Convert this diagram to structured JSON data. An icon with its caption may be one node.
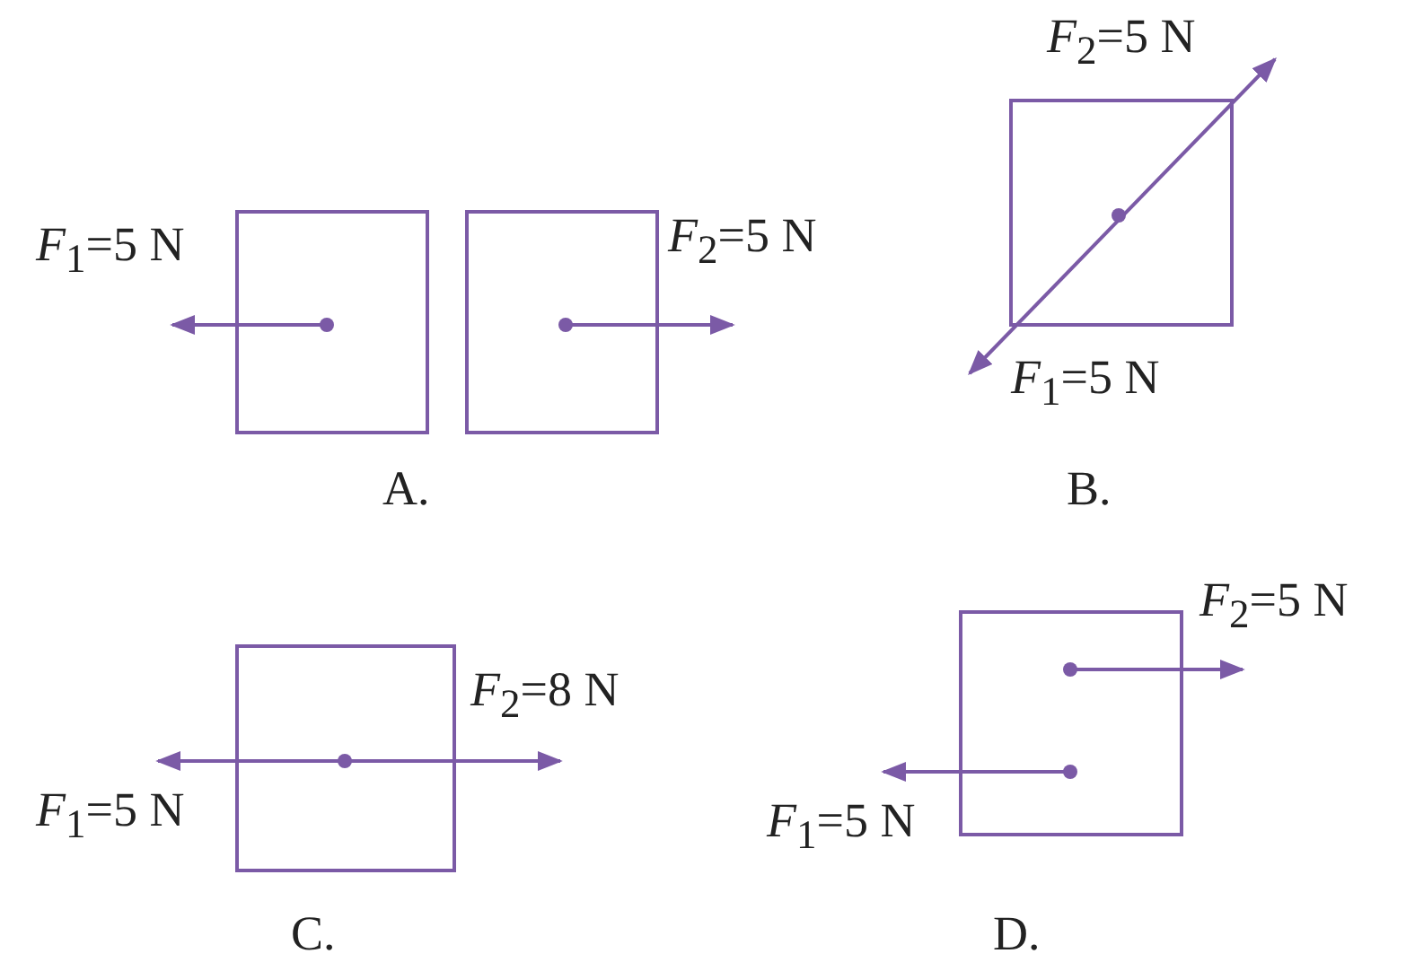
{
  "diagram": {
    "labels": [
      "*F*$_{1}$=5 N",
      "*F*$_{2}$=5 N",
      "A.",
      "*F*$_{2}$=5 N",
      "*F*$_{1}$=5 N",
      "B.",
      "*F*$_{2}$=8 N",
      "*F*$_{1}$=5 N",
      "C.",
      "*F*$_{2}$=5 N",
      "*F*$_{1}$=5 N",
      "D."
    ]
  }
}
